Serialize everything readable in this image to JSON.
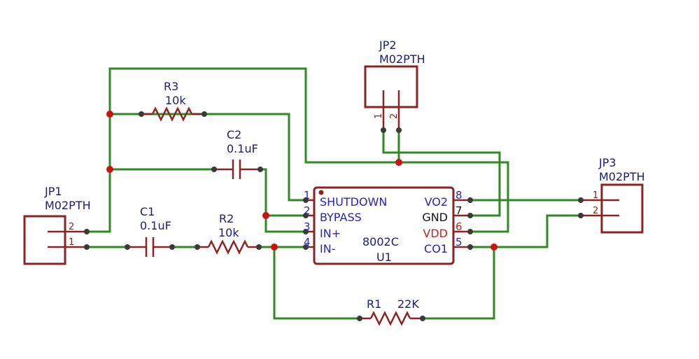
{
  "colors": {
    "wire": "#2e8b22",
    "body": "#8b2323",
    "junction": "#cc1111",
    "label": "#1a1a7a",
    "pin_blue": "#2222cc",
    "pin_black": "#111111",
    "pin_red": "#cc2222"
  },
  "components": {
    "jp1": {
      "name": "JP1",
      "value": "M02PTH",
      "pin1": "1",
      "pin2": "2"
    },
    "jp2": {
      "name": "JP2",
      "value": "M02PTH",
      "pin1": "1",
      "pin2": "2"
    },
    "jp3": {
      "name": "JP3",
      "value": "M02PTH",
      "pin1": "1",
      "pin2": "2"
    },
    "r1": {
      "name": "R1",
      "value": "22K"
    },
    "r2": {
      "name": "R2",
      "value": "10k"
    },
    "r3": {
      "name": "R3",
      "value": "10k"
    },
    "c1": {
      "name": "C1",
      "value": "0.1uF"
    },
    "c2": {
      "name": "C2",
      "value": "0.1uF"
    },
    "u1": {
      "name": "U1",
      "value": "8002C",
      "pins": {
        "p1": {
          "num": "1",
          "label": "SHUTDOWN"
        },
        "p2": {
          "num": "2",
          "label": "BYPASS"
        },
        "p3": {
          "num": "3",
          "label": "IN+"
        },
        "p4": {
          "num": "4",
          "label": "IN-"
        },
        "p5": {
          "num": "5",
          "label": "CO1"
        },
        "p6": {
          "num": "6",
          "label": "VDD"
        },
        "p7": {
          "num": "7",
          "label": "GND"
        },
        "p8": {
          "num": "8",
          "label": "VO2"
        }
      }
    }
  }
}
